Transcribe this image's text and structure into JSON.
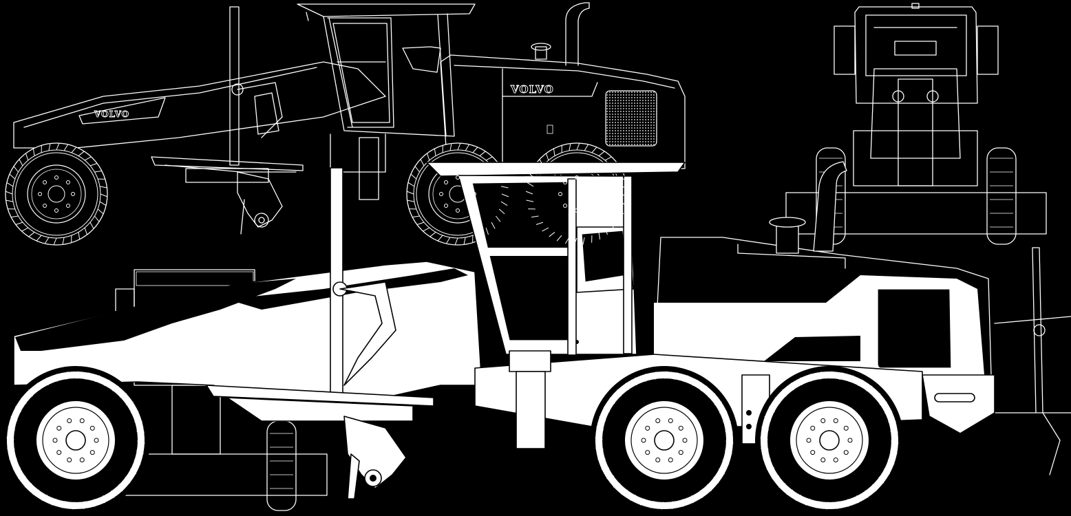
{
  "brand": {
    "logo_text": "VOLVO"
  },
  "colors": {
    "background": "#000000",
    "line": "#ffffff",
    "fill_light": "#ffffff",
    "fill_dark": "#000000"
  },
  "views": [
    {
      "id": "side-outline-view",
      "style": "white line art"
    },
    {
      "id": "front-outline-view",
      "style": "white line art"
    },
    {
      "id": "side-filled-view",
      "style": "black and white fill"
    },
    {
      "id": "rear-outline-view",
      "style": "white line art, partial"
    }
  ]
}
